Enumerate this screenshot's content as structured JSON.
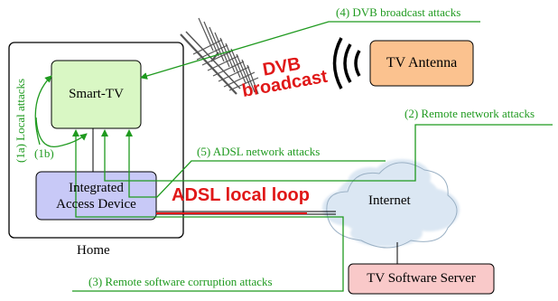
{
  "nodes": {
    "smart_tv": "Smart-TV",
    "iad": "Integrated\nAccess Device",
    "tv_antenna": "TV Antenna",
    "internet": "Internet",
    "tv_server": "TV Software Server",
    "home": "Home"
  },
  "labels": {
    "dvb_broadcast": "DVB\nbroadcast",
    "adsl_loop": "ADSL local loop"
  },
  "attacks": {
    "a1a": "(1a) Local attacks",
    "a1b": "(1b)",
    "a2": "(2) Remote network attacks",
    "a3": "(3) Remote software corruption attacks",
    "a4": "(4) DVB broadcast attacks",
    "a5": "(5) ADSL network attacks"
  },
  "colors": {
    "attack": "#1f9a1f",
    "tv_box": "#d9f7c4",
    "iad_box": "#c8c9f7",
    "antenna_box": "#fbc28f",
    "server_box": "#f9c9c9",
    "highlight": "#e01818"
  }
}
